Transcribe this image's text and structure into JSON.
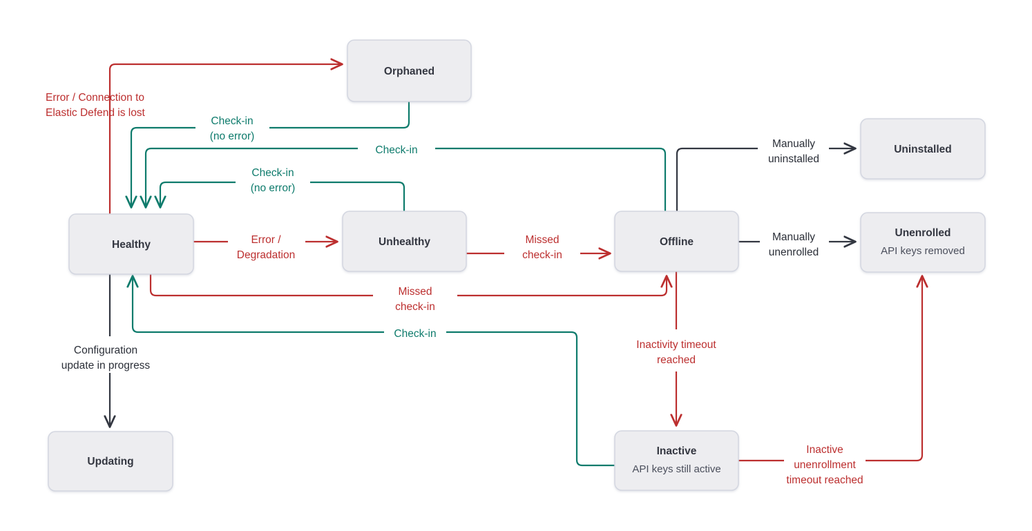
{
  "diagram": {
    "title": "Elastic Agent status state diagram",
    "colors": {
      "node_fill": "#EDEDF0",
      "node_border": "#D3D6E0",
      "error_red": "#BC2F2F",
      "checkin_teal": "#0E7B6C",
      "manual_black": "#333741",
      "background": "#FFFFFF"
    },
    "nodes": [
      {
        "id": "orphaned",
        "title": "Orphaned",
        "subtitle": ""
      },
      {
        "id": "healthy",
        "title": "Healthy",
        "subtitle": ""
      },
      {
        "id": "unhealthy",
        "title": "Unhealthy",
        "subtitle": ""
      },
      {
        "id": "offline",
        "title": "Offline",
        "subtitle": ""
      },
      {
        "id": "uninstalled",
        "title": "Uninstalled",
        "subtitle": ""
      },
      {
        "id": "unenrolled",
        "title": "Unenrolled",
        "subtitle": "API keys removed"
      },
      {
        "id": "updating",
        "title": "Updating",
        "subtitle": ""
      },
      {
        "id": "inactive",
        "title": "Inactive",
        "subtitle": "API keys still active"
      }
    ],
    "edges": [
      {
        "id": "healthy-to-orphaned",
        "from": "healthy",
        "to": "orphaned",
        "color": "error_red",
        "label_line1": "Error / Connection to",
        "label_line2": "Elastic Defend is lost"
      },
      {
        "id": "orphaned-to-healthy",
        "from": "orphaned",
        "to": "healthy",
        "color": "checkin_teal",
        "label_line1": "Check-in",
        "label_line2": "(no error)"
      },
      {
        "id": "offline-to-healthy",
        "from": "offline",
        "to": "healthy",
        "color": "checkin_teal",
        "label_line1": "Check-in",
        "label_line2": ""
      },
      {
        "id": "unhealthy-to-healthy",
        "from": "unhealthy",
        "to": "healthy",
        "color": "checkin_teal",
        "label_line1": "Check-in",
        "label_line2": "(no error)"
      },
      {
        "id": "healthy-to-unhealthy",
        "from": "healthy",
        "to": "unhealthy",
        "color": "error_red",
        "label_line1": "Error /",
        "label_line2": "Degradation"
      },
      {
        "id": "unhealthy-to-offline",
        "from": "unhealthy",
        "to": "offline",
        "color": "error_red",
        "label_line1": "Missed",
        "label_line2": "check-in"
      },
      {
        "id": "healthy-to-offline",
        "from": "healthy",
        "to": "offline",
        "color": "error_red",
        "label_line1": "Missed",
        "label_line2": "check-in"
      },
      {
        "id": "offline-to-uninstalled",
        "from": "offline",
        "to": "uninstalled",
        "color": "manual_black",
        "label_line1": "Manually",
        "label_line2": "uninstalled"
      },
      {
        "id": "offline-to-unenrolled",
        "from": "offline",
        "to": "unenrolled",
        "color": "manual_black",
        "label_line1": "Manually",
        "label_line2": "unenrolled"
      },
      {
        "id": "offline-to-inactive",
        "from": "offline",
        "to": "inactive",
        "color": "error_red",
        "label_line1": "Inactivity timeout",
        "label_line2": "reached"
      },
      {
        "id": "inactive-to-healthy",
        "from": "inactive",
        "to": "healthy",
        "color": "checkin_teal",
        "label_line1": "Check-in",
        "label_line2": ""
      },
      {
        "id": "inactive-to-unenrolled",
        "from": "inactive",
        "to": "unenrolled",
        "color": "error_red",
        "label_line1": "Inactive",
        "label_line2": "unenrollment",
        "label_line3": "timeout reached"
      },
      {
        "id": "healthy-to-updating",
        "from": "healthy",
        "to": "updating",
        "color": "manual_black",
        "label_line1": "Configuration",
        "label_line2": "update in progress"
      }
    ],
    "labels": {
      "error_connection_l1": "Error / Connection to",
      "error_connection_l2": "Elastic Defend is lost",
      "checkin_noerror_top_l1": "Check-in",
      "checkin_noerror_top_l2": "(no error)",
      "checkin_offline": "Check-in",
      "checkin_noerror_mid_l1": "Check-in",
      "checkin_noerror_mid_l2": "(no error)",
      "error_degradation_l1": "Error /",
      "error_degradation_l2": "Degradation",
      "missed_checkin_unhealthy_l1": "Missed",
      "missed_checkin_unhealthy_l2": "check-in",
      "manually_uninstalled_l1": "Manually",
      "manually_uninstalled_l2": "uninstalled",
      "manually_unenrolled_l1": "Manually",
      "manually_unenrolled_l2": "unenrolled",
      "missed_checkin_healthy_l1": "Missed",
      "missed_checkin_healthy_l2": "check-in",
      "checkin_inactive": "Check-in",
      "inactivity_timeout_l1": "Inactivity timeout",
      "inactivity_timeout_l2": "reached",
      "configuration_update_l1": "Configuration",
      "configuration_update_l2": "update in progress",
      "inactive_unenrollment_l1": "Inactive",
      "inactive_unenrollment_l2": "unenrollment",
      "inactive_unenrollment_l3": "timeout reached"
    },
    "node_text": {
      "orphaned": "Orphaned",
      "healthy": "Healthy",
      "unhealthy": "Unhealthy",
      "offline": "Offline",
      "uninstalled": "Uninstalled",
      "unenrolled_title": "Unenrolled",
      "unenrolled_sub": "API keys removed",
      "updating": "Updating",
      "inactive_title": "Inactive",
      "inactive_sub": "API keys still active"
    }
  }
}
